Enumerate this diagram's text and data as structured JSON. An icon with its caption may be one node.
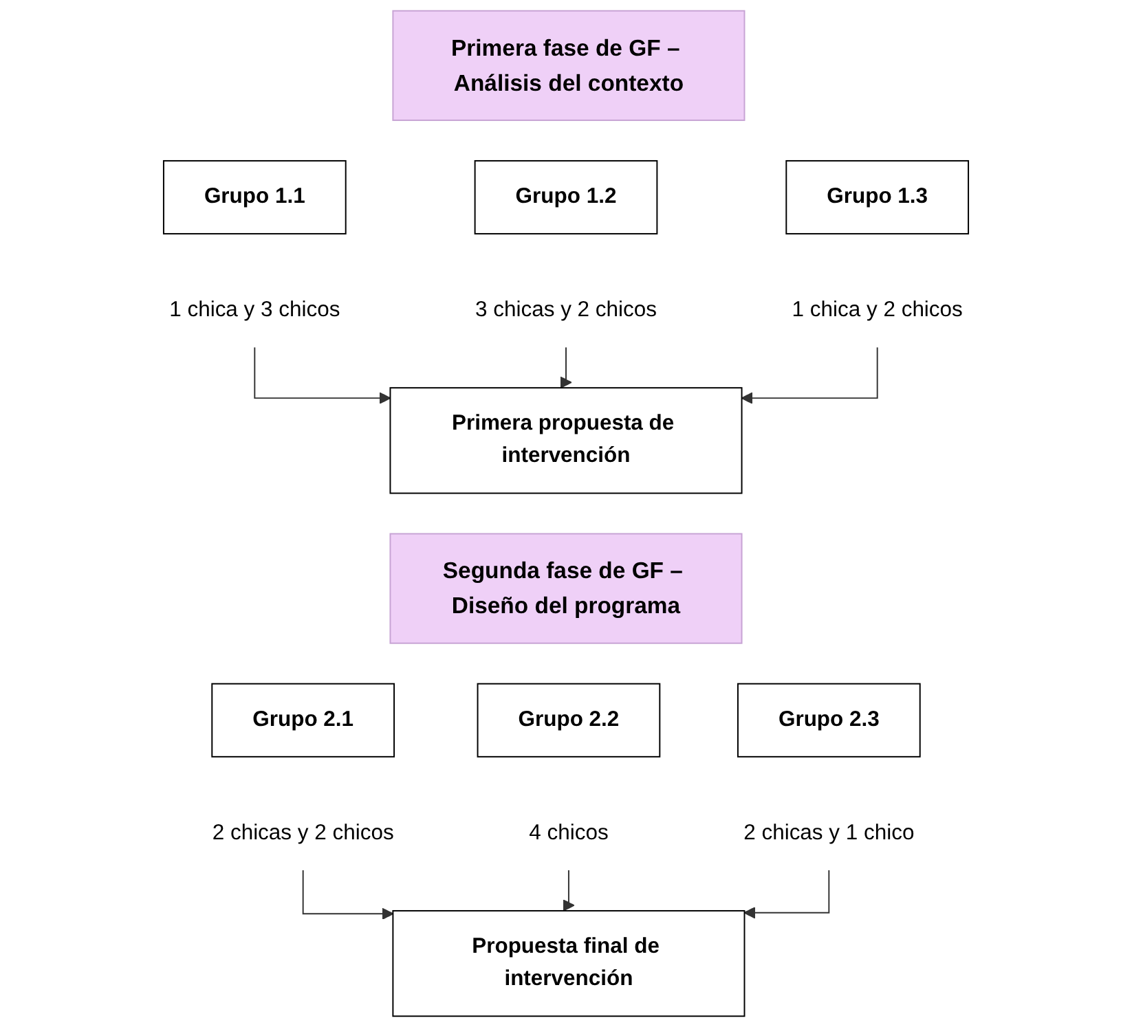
{
  "diagram": {
    "nodes": [
      {
        "text": [
          "Primera fase de GF – Análisis del contexto"
        ]
      },
      {
        "text": [
          "Grupo 1.1"
        ]
      },
      {
        "text": [
          "Grupo 1.2"
        ]
      },
      {
        "text": [
          "Grupo 1.3"
        ]
      },
      {
        "text": [
          "1 chica y 3 chicos"
        ]
      },
      {
        "text": [
          "3 chicas y 2 chicos"
        ]
      },
      {
        "text": [
          "1 chica y 2 chicos"
        ]
      },
      {
        "text": [
          "Primera propuesta de intervención"
        ]
      },
      {
        "text": [
          "Segunda fase de GF – Diseño del programa"
        ]
      },
      {
        "text": [
          "Grupo 2.1"
        ]
      },
      {
        "text": [
          "Grupo 2.2"
        ]
      },
      {
        "text": [
          "Grupo 2.3"
        ]
      },
      {
        "text": [
          "2 chicas y 2 chicos"
        ]
      },
      {
        "text": [
          "4 chicos"
        ]
      },
      {
        "text": [
          "2 chicas y 1 chico"
        ]
      },
      {
        "text": [
          "Propuesta final de intervención"
        ]
      }
    ],
    "edges": [
      {
        "from": 4,
        "to": 7,
        "arrow": "to"
      },
      {
        "from": 5,
        "to": 7,
        "arrow": "to"
      },
      {
        "from": 6,
        "to": 7,
        "arrow": "to"
      },
      {
        "from": 12,
        "to": 15,
        "arrow": "to"
      },
      {
        "from": 13,
        "to": 15,
        "arrow": "to"
      },
      {
        "from": 14,
        "to": 15,
        "arrow": "to"
      }
    ]
  }
}
